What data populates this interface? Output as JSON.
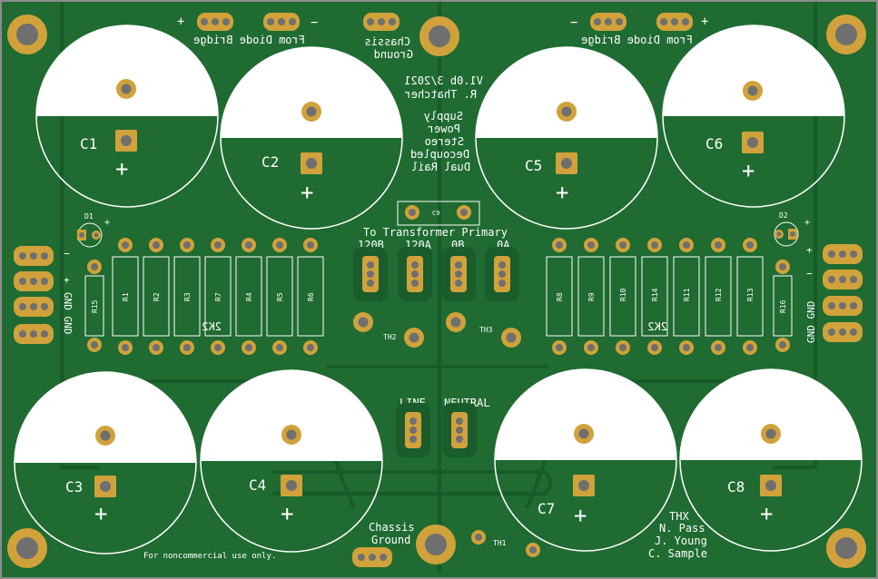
{
  "colors": {
    "board": "#1f6b32",
    "trace": "#1a5c2b",
    "silk": "#ffffff",
    "pad": "#d1a23b",
    "hole": "#6f6f6f",
    "edge": "#8d8d8d"
  },
  "texts": {
    "from_diode_left": "From Diode Bridge",
    "from_diode_right": "From Diode Bridge",
    "chassis_ground_top_1": "Chassis",
    "chassis_ground_top_2": "Ground",
    "author_1": "R. Thatcher",
    "author_2": "V1.0b 3/2021",
    "desc_1": "Dual Rail",
    "desc_2": "Decoupled",
    "desc_3": "Stereo",
    "desc_4": "Power",
    "desc_5": "Supply",
    "to_transformer": "To Transformer Primary",
    "tap_120b": "120B",
    "tap_120a": "120A",
    "tap_0b": "0B",
    "tap_0a": "0A",
    "line": "LINE",
    "neutral": "NEUTRAL",
    "chassis_ground_bottom_1": "Chassis",
    "chassis_ground_bottom_2": "Ground",
    "noncommercial": "For noncommercial use only.",
    "credit_1": "THX",
    "credit_2": "N. Pass",
    "credit_3": "J. Young",
    "credit_4": "C. Sample",
    "gnd_gnd_left": "GND GND",
    "gnd_gnd_right": "GND GND",
    "value_2k2_left": "2K2",
    "value_2k2_right": "2K2",
    "plus": "+",
    "minus": "−",
    "c9": "C9",
    "d1": "D1",
    "d2": "D2",
    "th1": "TH1",
    "th2": "TH2",
    "th3": "TH3"
  },
  "capacitors": [
    {
      "id": "c1",
      "label": "C1"
    },
    {
      "id": "c2",
      "label": "C2"
    },
    {
      "id": "c5",
      "label": "C5"
    },
    {
      "id": "c6",
      "label": "C6"
    },
    {
      "id": "c3",
      "label": "C3"
    },
    {
      "id": "c4",
      "label": "C4"
    },
    {
      "id": "c7",
      "label": "C7"
    },
    {
      "id": "c8",
      "label": "C8"
    }
  ],
  "resistors_left": [
    "R1",
    "R2",
    "R3",
    "R7",
    "R4",
    "R5",
    "R6"
  ],
  "resistors_right": [
    "R8",
    "R9",
    "R10",
    "R14",
    "R11",
    "R12",
    "R13"
  ],
  "resistor_r15": "R15",
  "resistor_r16": "R16"
}
